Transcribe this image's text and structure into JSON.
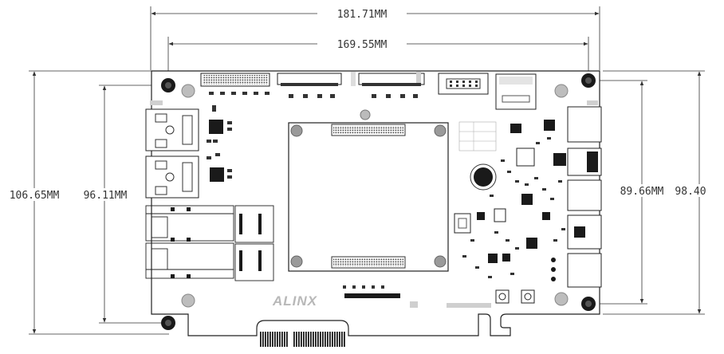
{
  "dimensions": {
    "overall_width": "181.71MM",
    "hole_span_width": "169.55MM",
    "overall_height_left": "106.65MM",
    "hole_span_height_left": "96.11MM",
    "hole_span_height_right": "89.66MM",
    "overall_height_right": "98.40"
  },
  "board": {
    "logo": "ALINX"
  },
  "colors": {
    "line": "#333333",
    "silk": "#222222",
    "component": "#1a1a1a",
    "light": "#cfcfcf"
  }
}
